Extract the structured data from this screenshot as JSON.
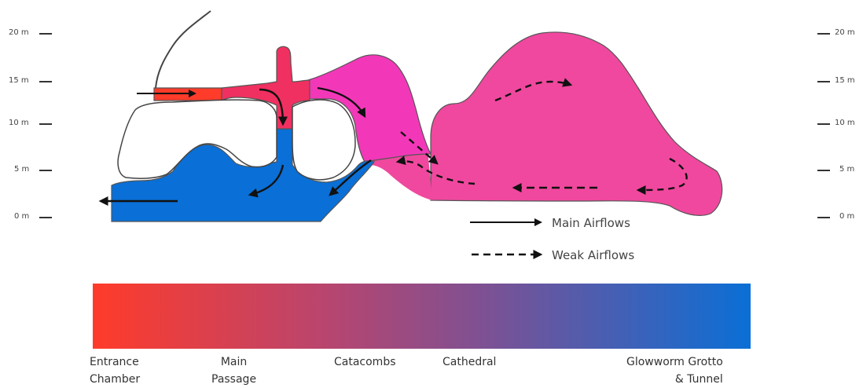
{
  "scale": {
    "left_ticks": [
      "20 m",
      "15 m",
      "10 m",
      "5 m",
      "0 m"
    ],
    "right_ticks": [
      "20 m",
      "15 m",
      "10 m",
      "5 m",
      "0 m"
    ]
  },
  "legend": {
    "main_airflows": "Main Airflows",
    "weak_airflows": "Weak Airflows"
  },
  "gradient": {
    "start_color": "#FF3B2A",
    "end_color": "#0A6FD6"
  },
  "zone_colors": {
    "entrance": "#FF3B2A",
    "main_passage": "#F03060",
    "catacombs": "#F238B8",
    "cathedral": "#F0489E",
    "glowworm": "#0A6FD6"
  },
  "zones": {
    "entrance_line1": "Entrance",
    "entrance_line2": "Chamber",
    "main_line1": "Main",
    "main_line2": "Passage",
    "catacombs": "Catacombs",
    "cathedral": "Cathedral",
    "glowworm_line1": "Glowworm Grotto",
    "glowworm_line2": "& Tunnel"
  }
}
